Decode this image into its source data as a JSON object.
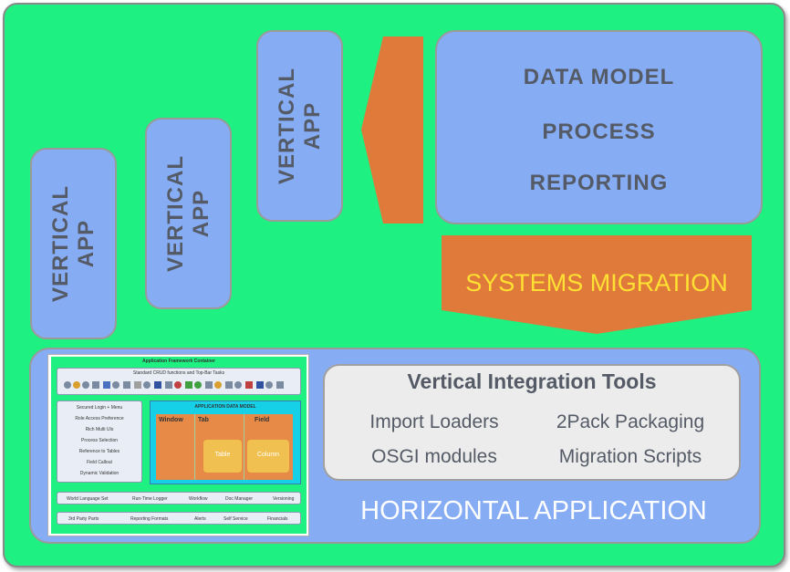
{
  "vertical_apps": [
    {
      "line1": "VERTICAL",
      "line2": "APP"
    },
    {
      "line1": "VERTICAL",
      "line2": "APP"
    },
    {
      "line1": "VERTICAL",
      "line2": "APP"
    }
  ],
  "data_model_box": {
    "line1": "DATA MODEL",
    "line2": "PROCESS",
    "line3": "REPORTING"
  },
  "systems_migration": "SYSTEMS MIGRATION",
  "horizontal_application": "HORIZONTAL APPLICATION",
  "vertical_integration_tools": {
    "title": "Vertical Integration Tools",
    "items": [
      "Import Loaders",
      "2Pack Packaging",
      "OSGI modules",
      "Migration Scripts"
    ]
  },
  "thumbnail": {
    "title": "Application Framework Container",
    "crud": "Standard CRUD functions and Top-Bar Tasks",
    "left_list": [
      "Secured Login + Menu",
      "Role Access Preference",
      "Rich Multi UIs",
      "Process Selection",
      "Reference to Tables",
      "Field Callout",
      "Dynamic Validation"
    ],
    "adm_title": "APPLICATION DATA MODEL",
    "adm_cells": [
      "Window",
      "Tab",
      "Field",
      "Table",
      "Column"
    ],
    "row1": [
      "World Language Set",
      "Run-Time Logger",
      "Workflow",
      "Doc Manager",
      "Versioning"
    ],
    "row2": [
      "3rd Party Parts",
      "Reporting Formats",
      "Alerts",
      "Self Service",
      "Financials"
    ]
  },
  "colors": {
    "background": "#1ef081",
    "box_blue": "#86acf4",
    "arrow_orange": "#e07a3a",
    "migration_text": "#ffe033"
  }
}
